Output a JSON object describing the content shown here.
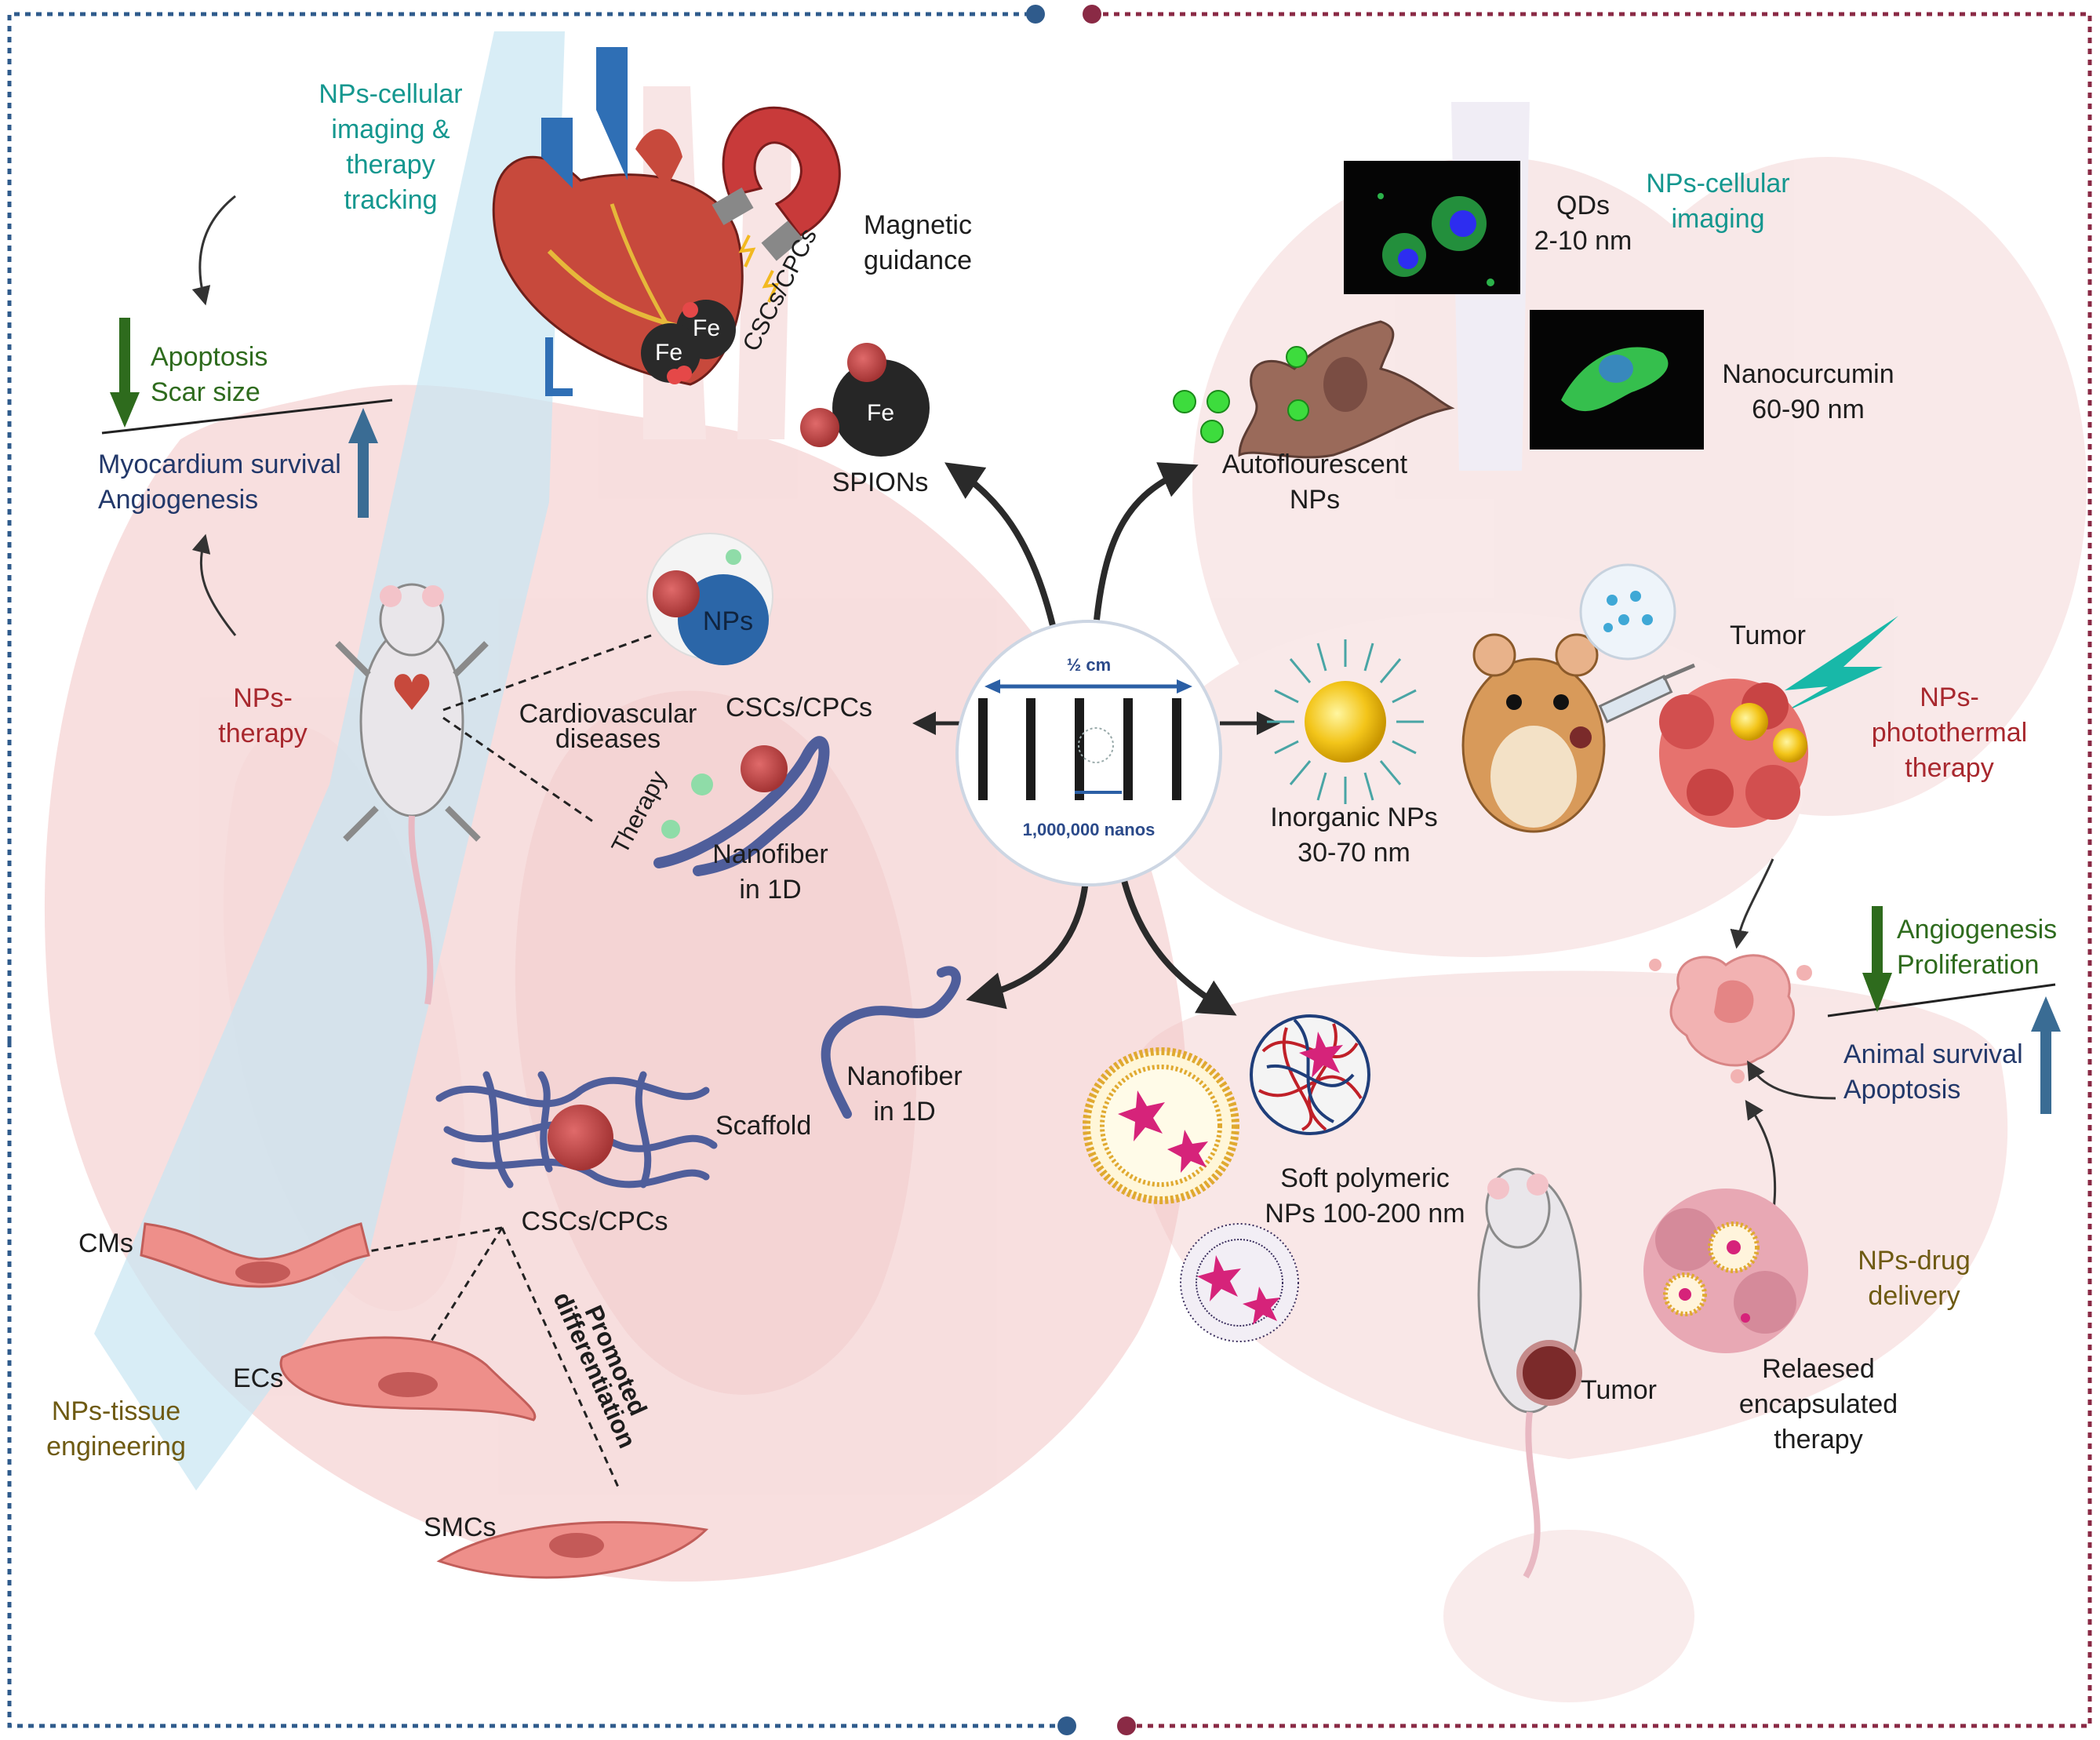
{
  "colors": {
    "border_left": "#2f5b8c",
    "border_right": "#8a2a45",
    "heart_bg": "#f2c9c9",
    "vessel": "#bfe1ef",
    "arrow": "#2a2a2a",
    "down_arrow": "#2e6b1d",
    "up_arrow": "#3a6c94",
    "teal_label": "#14978f",
    "red_label": "#a8282e",
    "olive_label": "#6e5a12",
    "navy_label": "#22386a"
  },
  "icons": [
    "heart-icon",
    "magnet-icon",
    "rat-icon",
    "hamster-icon",
    "syringe-icon",
    "lightning-icon",
    "tumor-icon",
    "cell-icon",
    "nanoparticle-icon",
    "scaffold-icon",
    "fluorescence-image-icon"
  ],
  "center": {
    "scale_top": "½ cm",
    "scale_bottom": "1,000,000  nanos"
  },
  "left": {
    "imaging_label": [
      "NPs-cellular",
      "imaging &",
      "therapy",
      "tracking"
    ],
    "magnetic_label": [
      "Magnetic",
      "guidance"
    ],
    "fe": "Fe",
    "cscs_rotated": "CSCs/CPCs",
    "spions": "SPIONs",
    "apoptosis": "Apoptosis",
    "scar": "Scar size",
    "myocardium": "Myocardium survival",
    "angiogenesis": "Angiogenesis",
    "nps_therapy": [
      "NPs-",
      "therapy"
    ],
    "nps_bubble": "NPs",
    "cardiovascular": [
      "Cardiovascular",
      "diseases"
    ],
    "therapy_rotated": "Therapy",
    "cscs_cpcs": "CSCs/CPCs",
    "nanofiber_a": [
      "Nanofiber",
      "in 1D"
    ],
    "nanofiber_b": [
      "Nanofiber",
      "in 1D"
    ],
    "scaffold": "Scaffold",
    "scaffold_cells": "CSCs/CPCs",
    "cms": "CMs",
    "ecs": "ECs",
    "smcs": "SMCs",
    "promoted": [
      "Promoted",
      "differentiation"
    ],
    "tissue_eng": [
      "NPs-tissue",
      "engineering"
    ]
  },
  "right": {
    "cell_imaging": [
      "NPs-cellular",
      "imaging"
    ],
    "qds": [
      "QDs",
      "2-10 nm"
    ],
    "nanocurcumin": [
      "Nanocurcumin",
      "60-90 nm"
    ],
    "autofluorescent": [
      "Autoflourescent",
      "NPs"
    ],
    "tumor_top": "Tumor",
    "photothermal": [
      "NPs-",
      "photothermal",
      "therapy"
    ],
    "inorganic": [
      "Inorganic NPs",
      "30-70 nm"
    ],
    "angiogenesis": "Angiogenesis",
    "proliferation": "Proliferation",
    "animal_survival": "Animal survival",
    "apoptosis": "Apoptosis",
    "soft_polymeric": [
      "Soft polymeric",
      "NPs 100-200 nm"
    ],
    "drug_delivery": [
      "NPs-drug",
      "delivery"
    ],
    "tumor_bottom": "Tumor",
    "released": [
      "Relaesed",
      "encapsulated",
      "therapy"
    ]
  }
}
